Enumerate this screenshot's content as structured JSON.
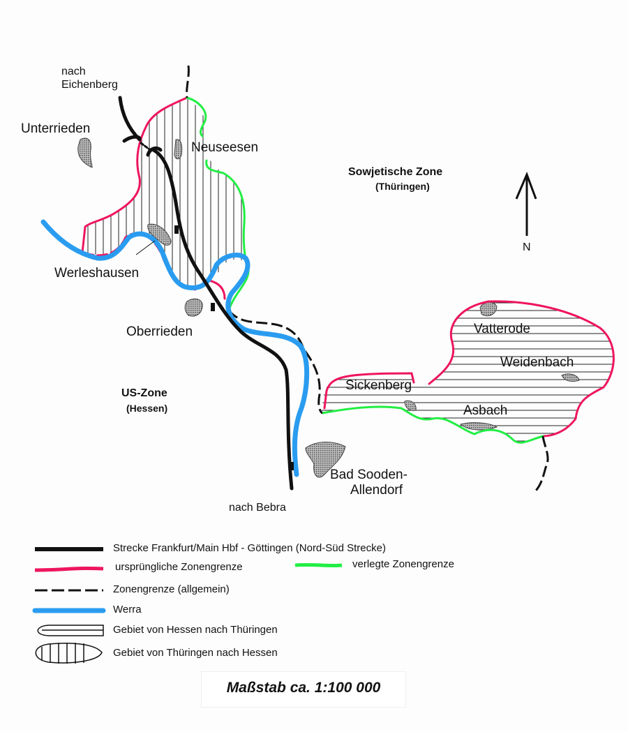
{
  "places": {
    "nach_eichenberg_1": "nach",
    "nach_eichenberg_2": "Eichenberg",
    "unterrieden": "Unterrieden",
    "neuseesen": "Neuseesen",
    "werleshausen": "Werleshausen",
    "oberrieden": "Oberrieden",
    "vatterode": "Vatterode",
    "weidenbach": "Weidenbach",
    "sickenberg": "Sickenberg",
    "asbach": "Asbach",
    "bad_sooden_1": "Bad Sooden-",
    "bad_sooden_2": "Allendorf",
    "nach_bebra": "nach Bebra"
  },
  "zones": {
    "soviet": "Sowjetische Zone",
    "soviet_sub": "(Thüringen)",
    "us": "US-Zone",
    "us_sub": "(Hessen)"
  },
  "north_arrow": "N",
  "legend": {
    "railway": "Strecke Frankfurt/Main Hbf - Göttingen (Nord-Süd Strecke)",
    "original_border": "ursprüngliche Zonengrenze",
    "moved_border": "verlegte Zonengrenze",
    "general_border": "Zonengrenze (allgemein)",
    "werra": "Werra",
    "hessen_to_thuringia": "Gebiet von Hessen nach Thüringen",
    "thuringia_to_hessen": "Gebiet von Thüringen nach Hessen"
  },
  "scale": "Maßstab  ca. 1:100 000",
  "colors": {
    "railway": "#111111",
    "original_border": "#ee1560",
    "moved_border": "#22ee44",
    "werra": "#2a9cf0",
    "settlement": "#999999"
  }
}
